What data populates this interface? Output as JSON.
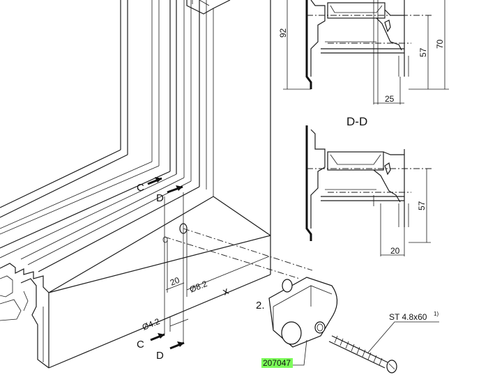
{
  "sections": {
    "top": {
      "dims": {
        "d92": "92",
        "d70": "70",
        "d57": "57",
        "d25": "25"
      }
    },
    "dd": {
      "title": "D-D",
      "dims": {
        "d57": "57",
        "d20": "20"
      }
    }
  },
  "iso": {
    "cut_c_top": "C",
    "cut_d_top": "D",
    "cut_c_bottom": "C",
    "cut_d_bottom": "D",
    "dim_20": "20",
    "dim_phi_8_2": "Ø8.2",
    "dim_phi_4_2": "Ø4.2",
    "dim_x": "x"
  },
  "callouts": {
    "step": "2.",
    "screw": "ST 4.8x60",
    "footnote": "1)",
    "part_number": "207047",
    "part_number_highlight": "#7CFC5A"
  }
}
